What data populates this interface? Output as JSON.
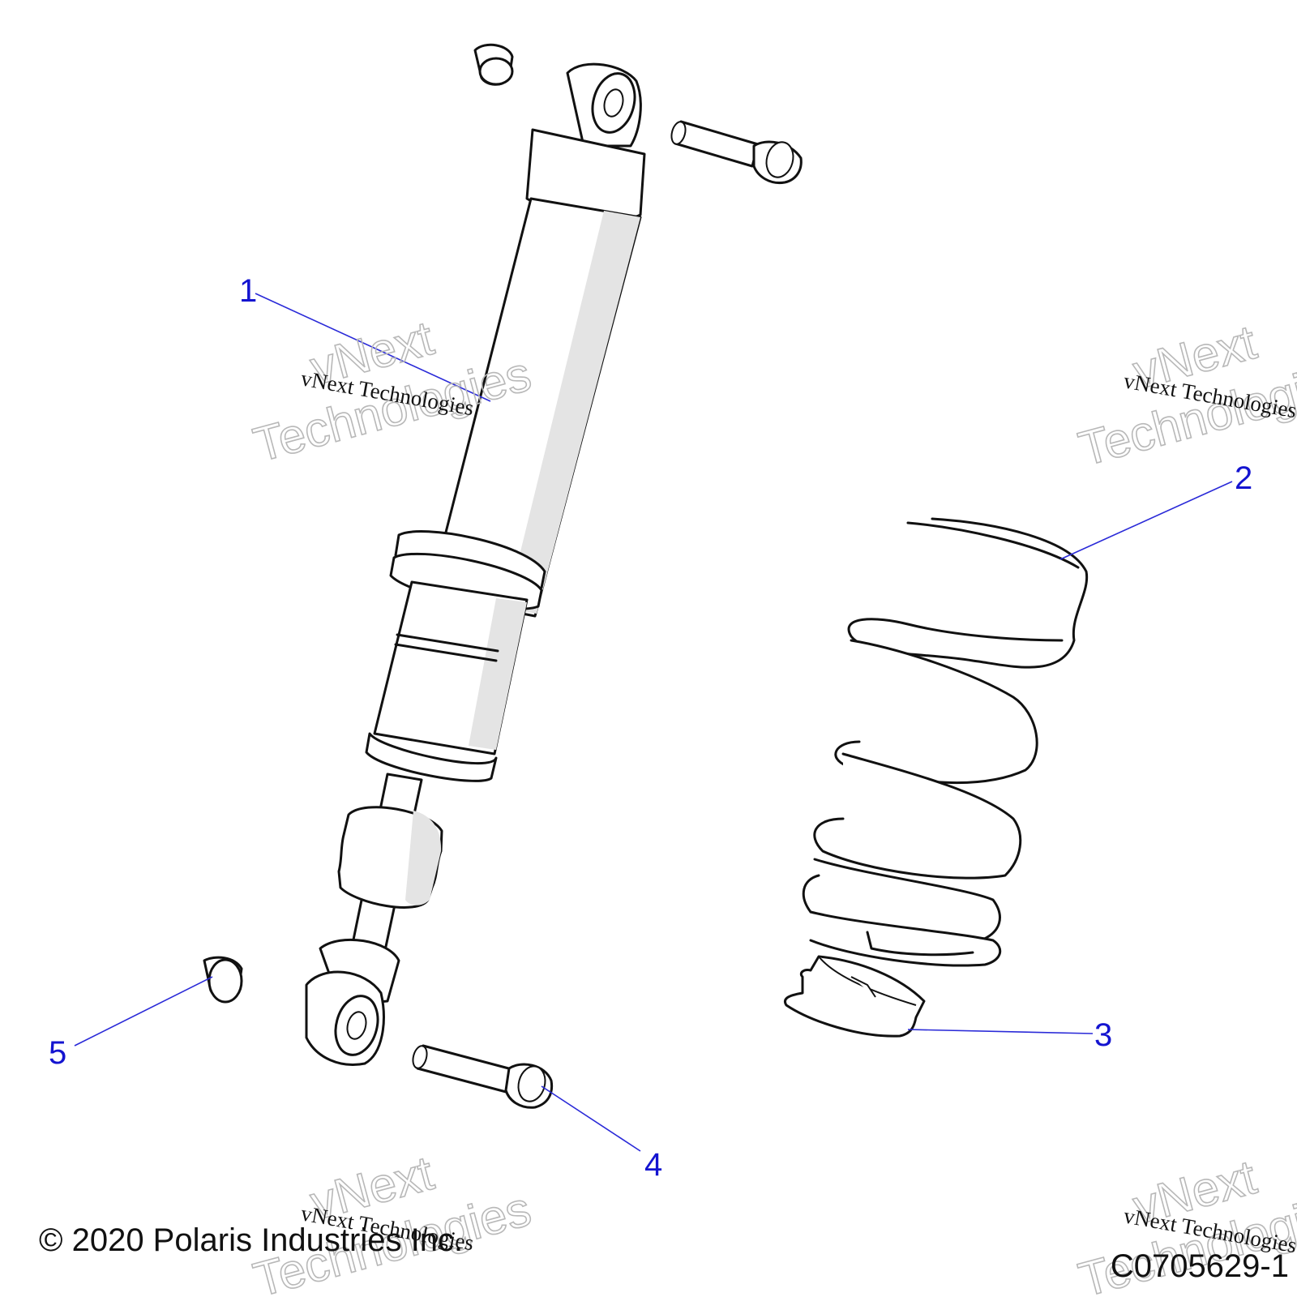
{
  "callouts": {
    "c1": "1",
    "c2": "2",
    "c3": "3",
    "c4": "4",
    "c5": "5"
  },
  "watermark": {
    "line": "vNext Technologies",
    "outline_top": "vNext",
    "outline_bottom": "Technologies"
  },
  "footer": {
    "copyright": "© 2020 Polaris Industries Inc.",
    "part_code": "C0705629-1"
  },
  "colors": {
    "callout": "#1414d0",
    "line_art": "#111111",
    "watermark_outline": "#b8b8b8"
  }
}
